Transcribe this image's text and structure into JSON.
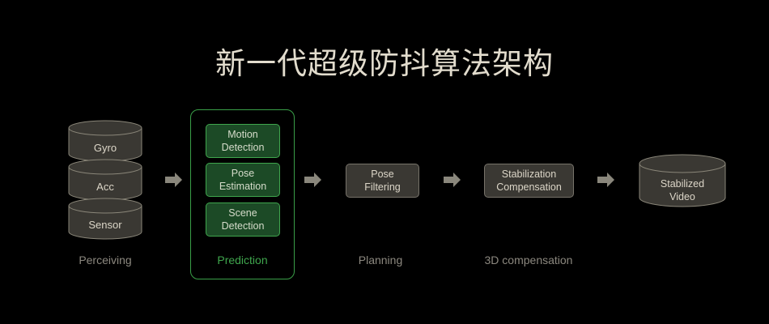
{
  "title": "新一代超级防抖算法架构",
  "colors": {
    "background": "#000000",
    "node_fill": "#3a3833",
    "node_border": "#77736a",
    "accent_green": "#3fa64d",
    "green_fill": "#1c4a26",
    "arrow": "#8a877c",
    "caption": "#8c887f"
  },
  "stages": {
    "perceiving": {
      "caption": "Perceiving",
      "sources": [
        "Gyro",
        "Acc",
        "Sensor"
      ]
    },
    "prediction": {
      "caption": "Prediction",
      "modules": [
        {
          "line1": "Motion",
          "line2": "Detection"
        },
        {
          "line1": "Pose",
          "line2": "Estimation"
        },
        {
          "line1": "Scene",
          "line2": "Detection"
        }
      ]
    },
    "planning": {
      "caption": "Planning",
      "node": {
        "line1": "Pose",
        "line2": "Filtering"
      }
    },
    "compensation": {
      "caption": "3D compensation",
      "node": {
        "line1": "Stabilization",
        "line2": "Compensation"
      }
    },
    "output": {
      "node": {
        "line1": "Stabilized",
        "line2": "Video"
      }
    }
  },
  "arrow_icon": "right-arrow-icon"
}
